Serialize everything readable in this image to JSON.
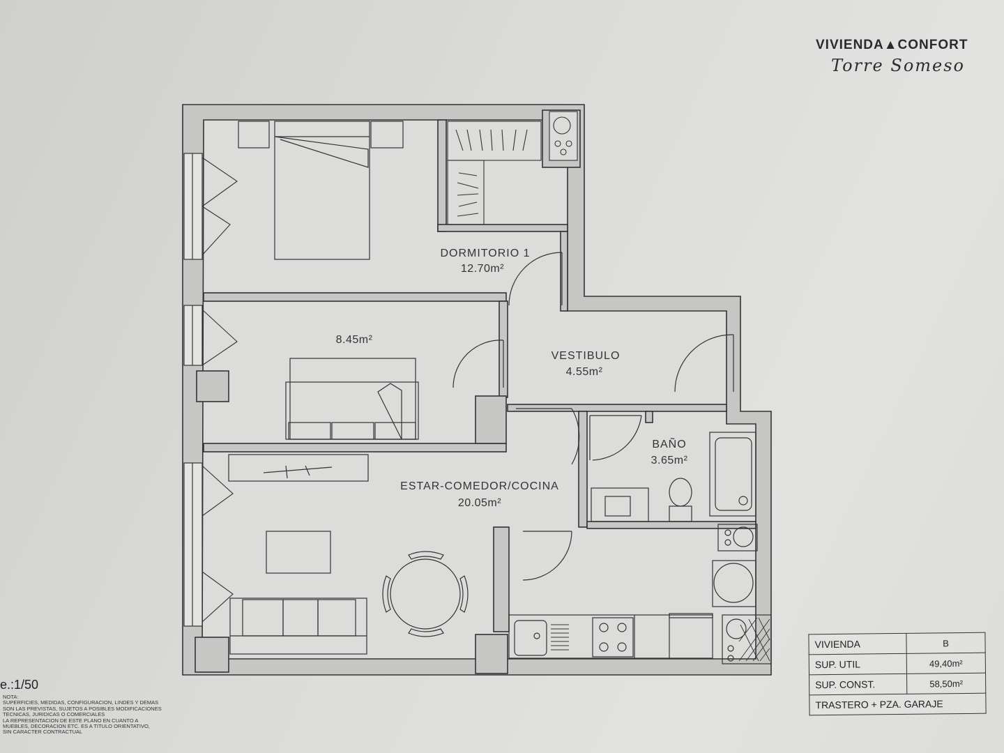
{
  "brand": {
    "name": "VIVIENDA▲CONFORT",
    "subtitle": "Torre Someso"
  },
  "scale": "e.:1/50",
  "note": {
    "title": "NOTA:",
    "lines": [
      "SUPERFICIES, MEDIDAS, CONFIGURACION, LINDES Y DEMAS",
      "SON LAS PREVISTAS, SUJETOS A POSIBLES MODIFICACIONES",
      "TECNICAS, JURIDICAS O COMERCIALES",
      "LA REPRESENTACION DE ESTE PLANO EN CUANTO A",
      "MUEBLES, DECORACION ETC. ES A TITULO ORIENTATIVO,",
      "SIN CARACTER CONTRACTUAL"
    ]
  },
  "rooms": [
    {
      "name": "DORMITORIO 1",
      "area": "12.70m²"
    },
    {
      "name": "",
      "area": "8.45m²"
    },
    {
      "name": "VESTIBULO",
      "area": "4.55m²"
    },
    {
      "name": "BAÑO",
      "area": "3.65m²"
    },
    {
      "name": "ESTAR-COMEDOR/COCINA",
      "area": "20.05m²"
    }
  ],
  "info_table": {
    "rows": [
      {
        "label": "VIVIENDA",
        "value": "B"
      },
      {
        "label": "SUP. UTIL",
        "value": "49,40m²"
      },
      {
        "label": "SUP. CONST.",
        "value": "58,50m²"
      },
      {
        "label": "TRASTERO + PZA. GARAJE",
        "value": ""
      }
    ]
  },
  "colors": {
    "ink": "#333333",
    "wall_fill": "#b9b9b7",
    "paper": "#dadad8"
  }
}
